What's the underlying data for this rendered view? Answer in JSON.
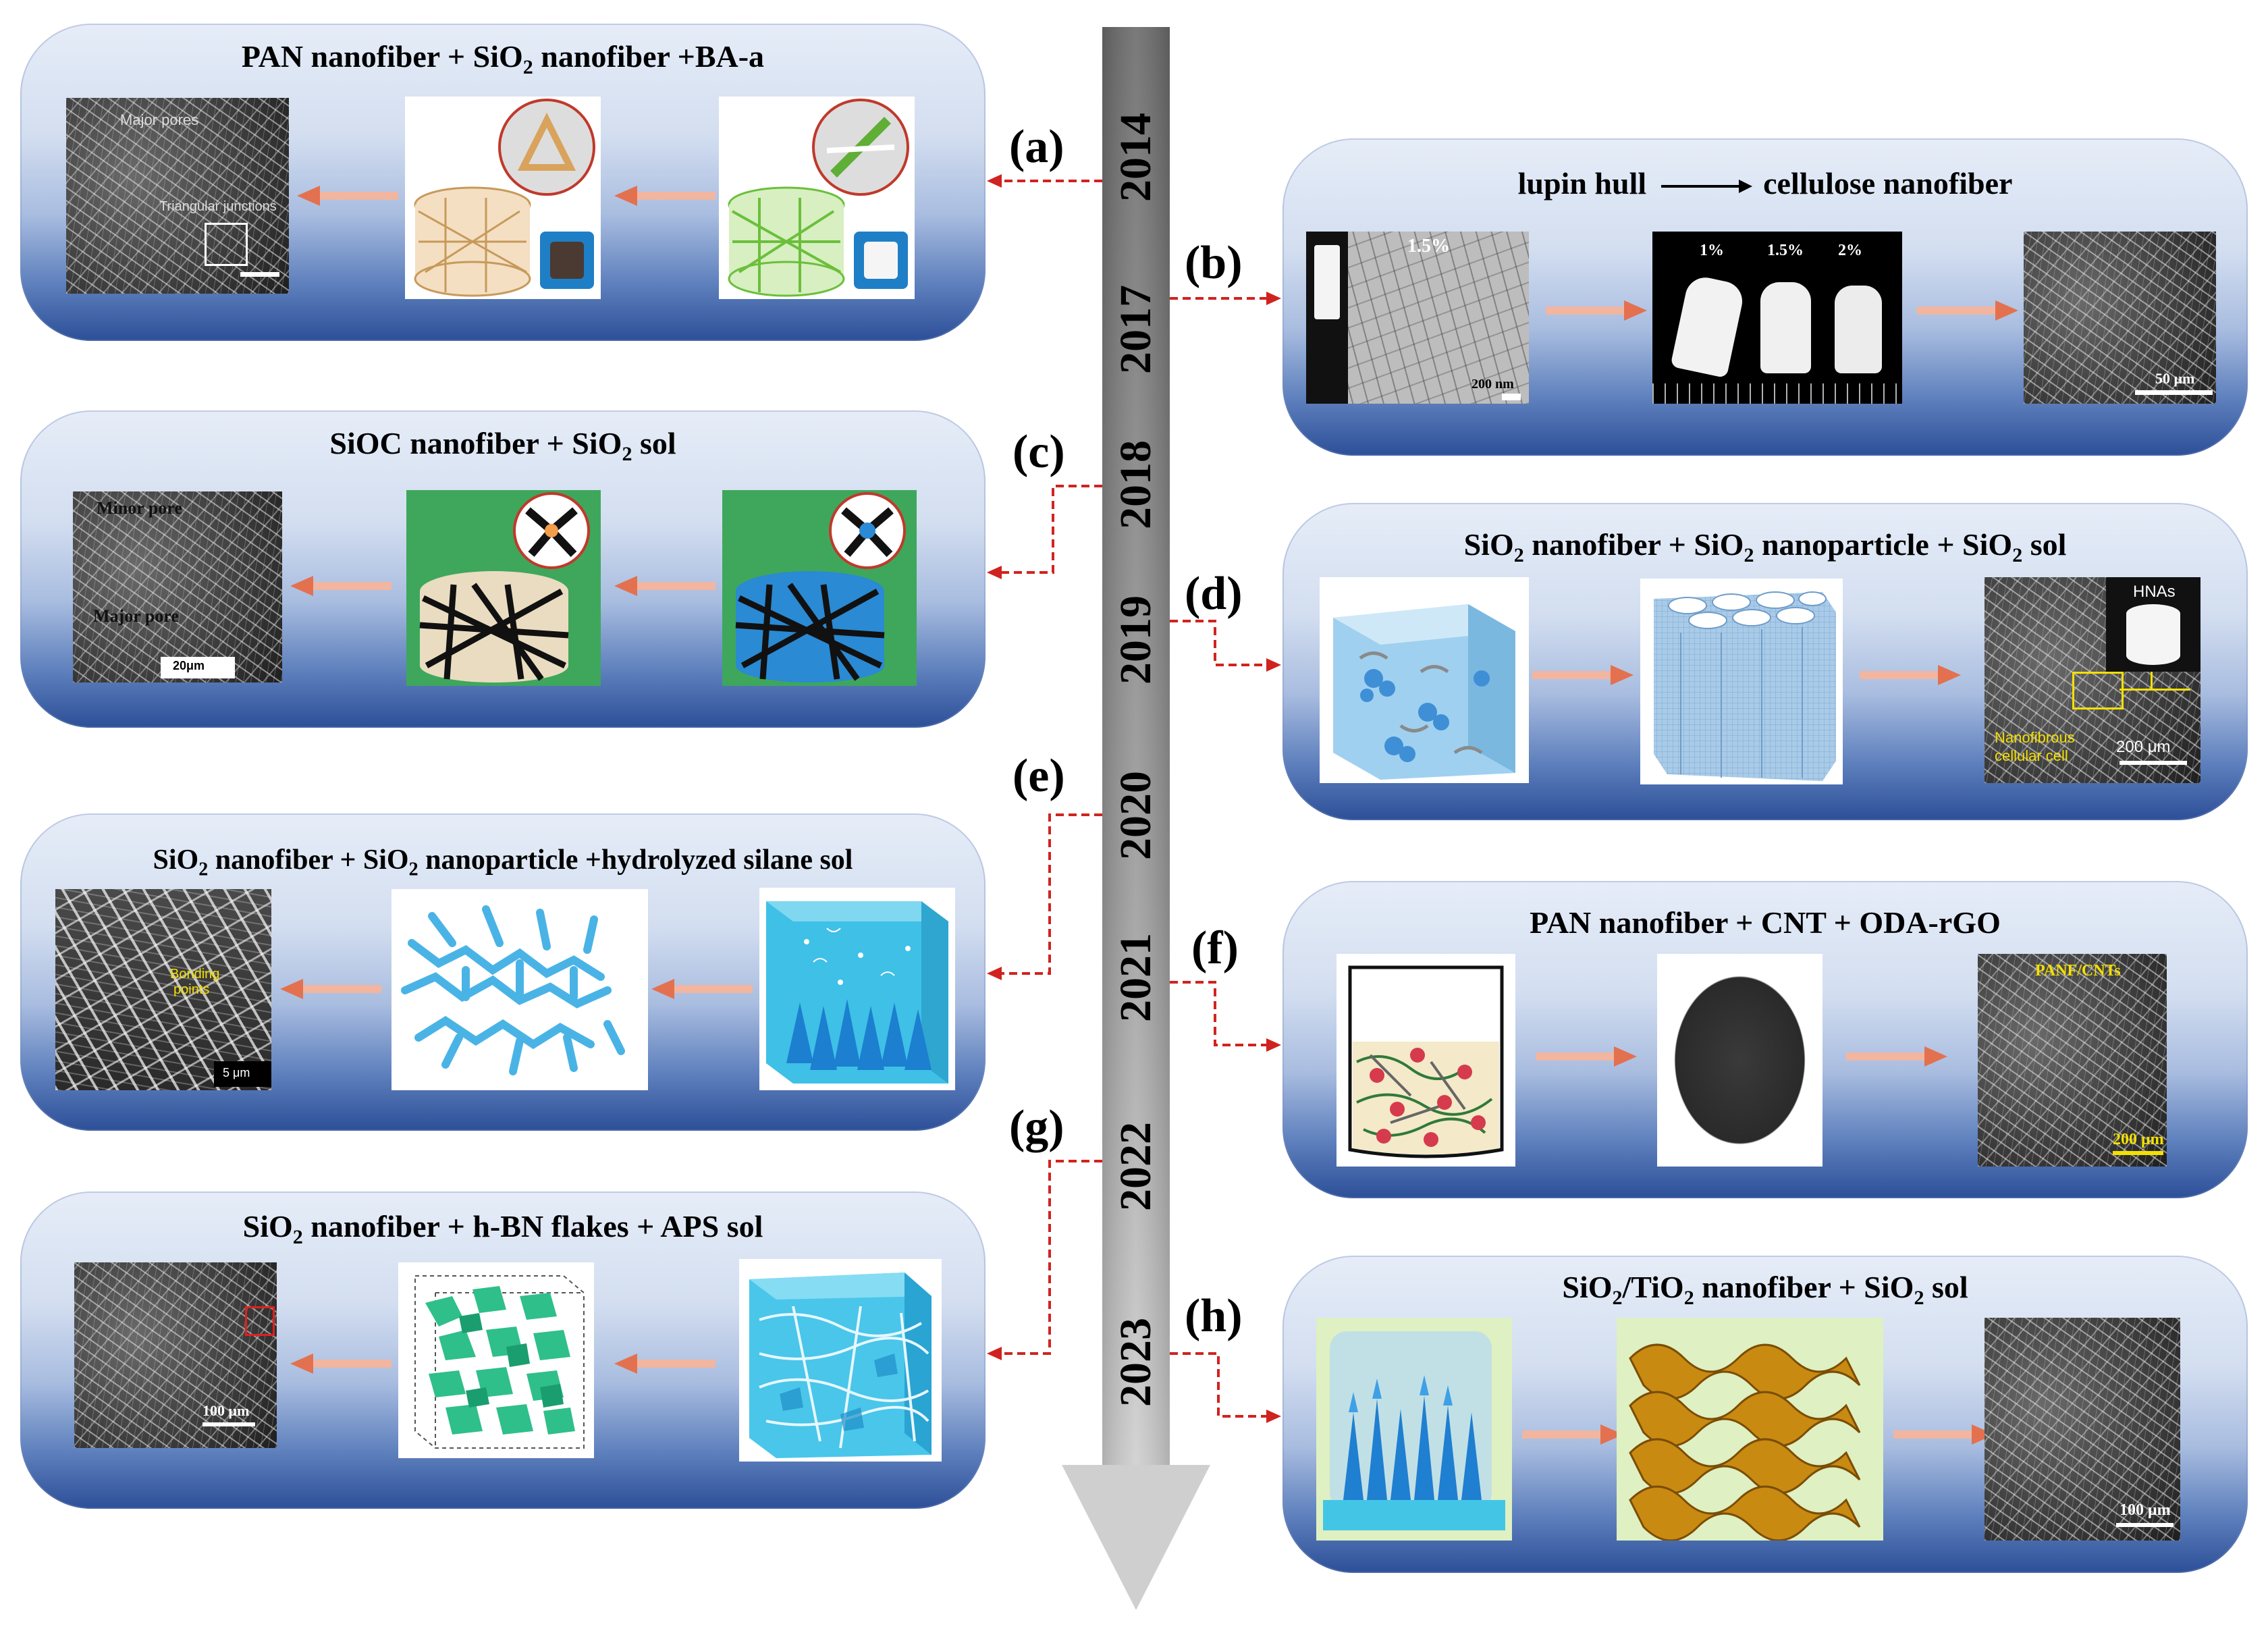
{
  "timeline": {
    "years": [
      "2014",
      "2017",
      "2018",
      "2019",
      "2020",
      "2021",
      "2022",
      "2023"
    ]
  },
  "panels": {
    "a": {
      "tag": "(a)",
      "title_main": "PAN nanofiber + SiO",
      "title_sub": "2",
      "title_rest": " nanofiber +BA-a",
      "labels": [
        "Major pores",
        "Triangular junctions"
      ]
    },
    "b": {
      "tag": "(b)",
      "title_left": "lupin hull",
      "title_right": "cellulose nanofiber",
      "labels": [
        "1.5%",
        "200 nm",
        "1%",
        "1.5%",
        "2%",
        "50 μm"
      ]
    },
    "c": {
      "tag": "(c)",
      "title_main": "SiOC nanofiber + SiO",
      "title_sub": "2",
      "title_rest": " sol",
      "labels": [
        "Minor pore",
        "Major pore",
        "20μm"
      ]
    },
    "d": {
      "tag": "(d)",
      "title_a": "SiO",
      "title_b": " nanofiber + SiO",
      "title_c": " nanoparticle + SiO",
      "title_d": " sol",
      "sub": "2",
      "labels": [
        "HNAs",
        "Nanofibrous",
        "cellular  cell",
        "200 μm"
      ]
    },
    "e": {
      "tag": "(e)",
      "title_a": "SiO",
      "title_b": " nanofiber + SiO",
      "title_c": " nanoparticle +hydrolyzed silane sol",
      "sub": "2",
      "labels": [
        "Bonding",
        "points",
        "5 μm"
      ]
    },
    "f": {
      "tag": "(f)",
      "title": "PAN nanofiber + CNT + ODA-rGO",
      "labels": [
        "PANF/CNTs",
        "200 μm"
      ]
    },
    "g": {
      "tag": "(g)",
      "title_a": "SiO",
      "title_b": " nanofiber + h-BN flakes +  APS sol",
      "sub": "2",
      "labels": [
        "100 μm"
      ]
    },
    "h": {
      "tag": "(h)",
      "title_a": "SiO",
      "title_b": "/TiO",
      "title_c": "  nanofiber + SiO",
      "title_d": " sol",
      "sub": "2",
      "labels": [
        "100 μm"
      ]
    }
  },
  "colors": {
    "arrow": "#e3714f",
    "connector": "#d0231f",
    "timeline_gray": "#8a8a8a"
  }
}
